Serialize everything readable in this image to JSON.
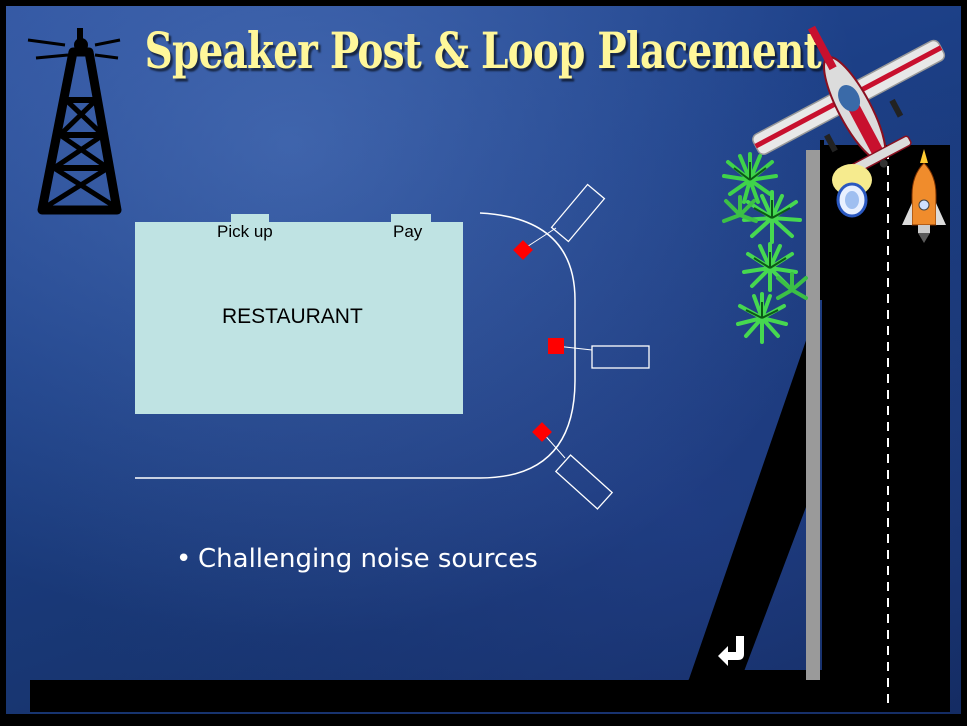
{
  "slide": {
    "title": "Speaker Post & Loop Placement",
    "restaurant": {
      "name": "RESTAURANT",
      "window_labels": [
        "Pick up",
        "Pay"
      ]
    },
    "bullets": [
      "Challenging noise sources"
    ]
  },
  "icons": [
    "radio-tower-icon",
    "airplane-icon",
    "balloon-icon",
    "rocket-icon",
    "bush-icon",
    "turn-arrow-icon"
  ],
  "colors": {
    "title": "#fff79a",
    "background": "#1c3f86",
    "restaurant": "#bfe3e3",
    "speaker_post": "#ff0000",
    "road": "#000000"
  }
}
